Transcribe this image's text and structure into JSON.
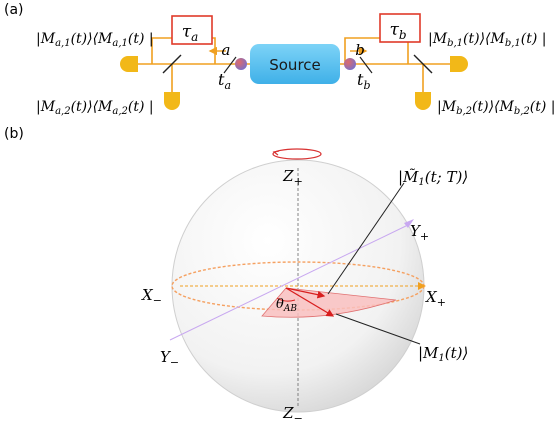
{
  "panel_a": {
    "label": "(a)",
    "source_label": "Source",
    "tau_a": "τa",
    "tau_b": "τb",
    "port_a": "a",
    "port_b": "b",
    "time_a": "ta",
    "time_b": "tb",
    "proj_a1": "|Ma,1(t)⟩⟨Ma,1(t)|",
    "proj_a2": "|Ma,2(t)⟩⟨Ma,2(t)|",
    "proj_b1": "|Mb,1(t)⟩⟨Mb,1(t)|",
    "proj_b2": "|Mb,2(t)⟩⟨Mb,2(t)|",
    "colors": {
      "source": "#5bc0f0",
      "delay_box": "#e03a2a",
      "line": "#f0a020",
      "detector": "#f2b818"
    }
  },
  "panel_b": {
    "label": "(b)",
    "z_plus": "Z+",
    "z_minus": "Z−",
    "x_plus": "X+",
    "x_minus": "X−",
    "y_plus": "Y+",
    "y_minus": "Y−",
    "angle": "θAB",
    "state_m1_tilde": "|M̃1(t; T)⟩",
    "state_m1": "|M1(t)⟩",
    "colors": {
      "equator": "#f5a060",
      "wedge": "#f9c0c0",
      "vector": "#d81e1e",
      "y_axis": "#c8a8f0"
    }
  }
}
